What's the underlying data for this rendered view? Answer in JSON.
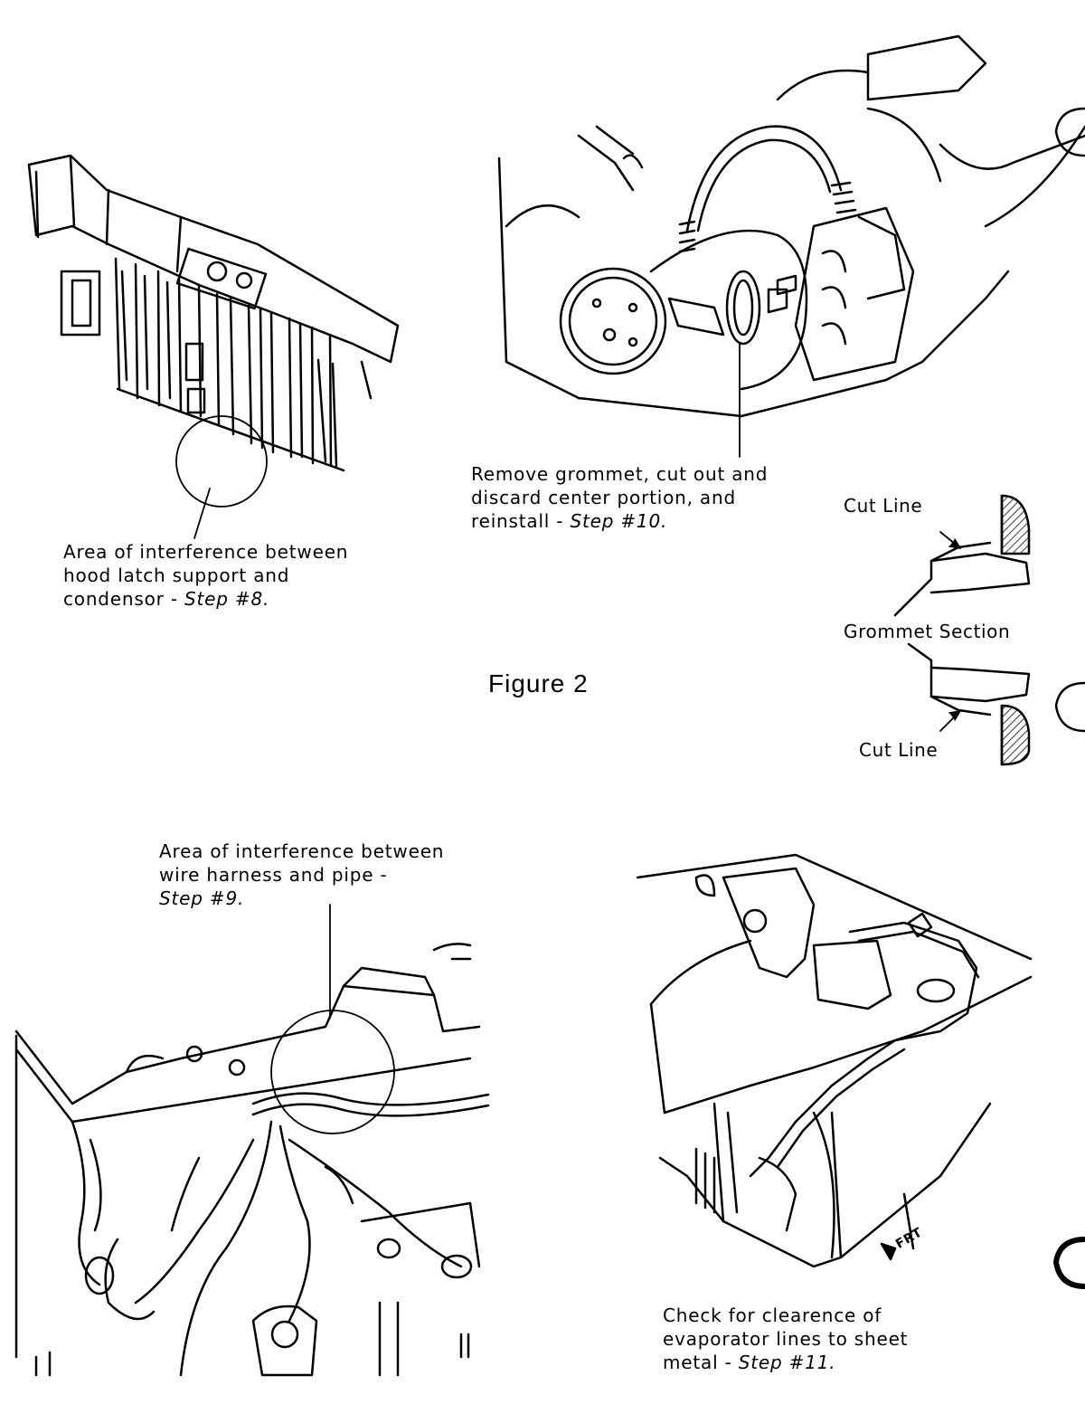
{
  "figure": {
    "title": "Figure 2"
  },
  "captions": {
    "hood_latch": {
      "line1": "Area of interference between",
      "line2": "hood latch support and",
      "line3_prefix": "condensor - ",
      "line3_step": "Step #8."
    },
    "grommet": {
      "line1": "Remove grommet, cut out and",
      "line2": "discard center portion, and",
      "line3_prefix": "reinstall - ",
      "line3_step": "Step #10."
    },
    "wire_harness": {
      "line1": "Area of interference between",
      "line2": "wire harness and pipe -",
      "line3_step": "Step #9."
    },
    "evaporator": {
      "line1": "Check for clearence of",
      "line2": "evaporator lines to sheet",
      "line3_prefix": "metal - ",
      "line3_step": "Step #11."
    }
  },
  "grommet_section": {
    "cut_line_top": "Cut Line",
    "section_label": "Grommet Section",
    "cut_line_bottom": "Cut Line"
  },
  "direction_marker": {
    "text": "FRT"
  }
}
